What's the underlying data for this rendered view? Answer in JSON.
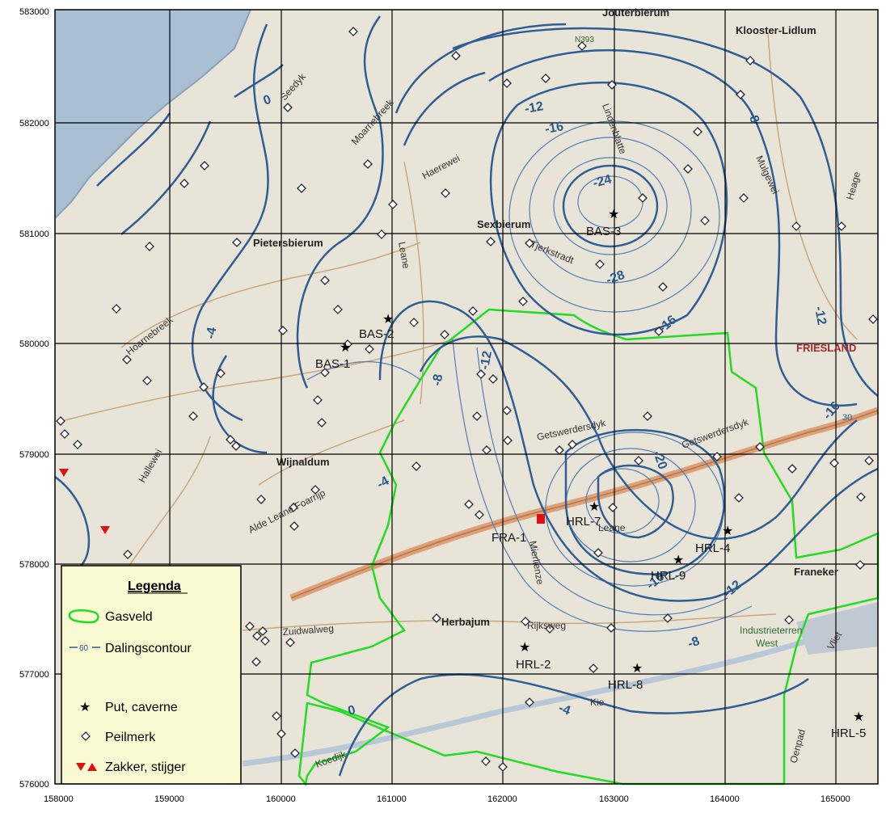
{
  "colors": {
    "land": "#e9e4d8",
    "sea": "#a9bfd4",
    "contour": "#2f5e96",
    "gas_field": "#22dd22",
    "road_major": "#dca07a",
    "legend_bg": "#fafad2",
    "subsidence": "#dd1111"
  },
  "axes": {
    "x_ticks": [
      "158000",
      "159000",
      "160000",
      "161000",
      "162000",
      "163000",
      "164000",
      "165000"
    ],
    "y_ticks": [
      "583000",
      "582000",
      "581000",
      "580000",
      "579000",
      "578000",
      "577000",
      "576000"
    ]
  },
  "places": {
    "pietersbierum": "Pietersbierum",
    "sexbierum": "Sexbierum",
    "wijnaldum": "Wijnaldum",
    "herbajum": "Herbajum",
    "franeker": "Franeker",
    "kloster_lidlum": "Klooster-Lidlum",
    "friesland": "FRIESLAND",
    "industrieterrein": "Industrieterren",
    "west": "West",
    "top": "Jouterbierum"
  },
  "roads": {
    "getswerdersdyk1": "Getswerdersdyk",
    "getswerdersdyk2": "Getswerdersdyk",
    "rijksweg": "Rijksweg",
    "zuidwalweg": "Zuidwalweg",
    "kie": "Kie",
    "koedijk": "Koedijk",
    "alde_leane": "Alde Leane Foarrijp",
    "hoarnebreek": "Hoarnebreek",
    "leane": "Leane",
    "haerewei": "Haerewei",
    "moarmerd": "Moarnebreek",
    "seedyk": "Seedyk",
    "hallewei": "Hallewei",
    "lutsje_leane": "Leane",
    "nr393": "N393",
    "mulgewei": "Mulgewei",
    "heage": "Heage",
    "vliet": "Vliet",
    "oenpad": "Oenpad",
    "lindenblatte": "Lindenblatte",
    "tjerkwerd": "Tjerkstradt",
    "mierlienze": "Mierlienze",
    "r30": "30"
  },
  "wells": {
    "bas1": "BAS-1",
    "bas2": "BAS-2",
    "bas3": "BAS-3",
    "fra1": "FRA-1",
    "hrl7": "HRL-7",
    "hrl4": "HRL-4",
    "hrl9": "HRL-9",
    "hrl2": "HRL-2",
    "hrl8": "HRL-8",
    "hrl5": "HRL-5"
  },
  "contour_labels": {
    "c_24": "-24",
    "c_16a": "-16",
    "c_12a": "-12",
    "c_8a": "-8",
    "c_12b": "-12",
    "c_8b": "-8",
    "c_12c": "-12",
    "c_20": "-20",
    "c_16b": "-16",
    "c_12d": "-12",
    "c_8c": "-8",
    "c_4a": "-4",
    "c_4b": "-4",
    "c_0a": "0",
    "c_0b": "0",
    "c_16c": "-16",
    "c_8d": "-8",
    "c_p4": "-4",
    "c_28": "-28",
    "c_16d": "-16"
  },
  "legend": {
    "title": "Legenda",
    "gas_field": "Gasveld",
    "contour": "Dalingscontour",
    "contour_sample": "60",
    "well": "Put, caverne",
    "benchmark": "Peilmerk",
    "subsidence": "Zakker, stijger"
  }
}
